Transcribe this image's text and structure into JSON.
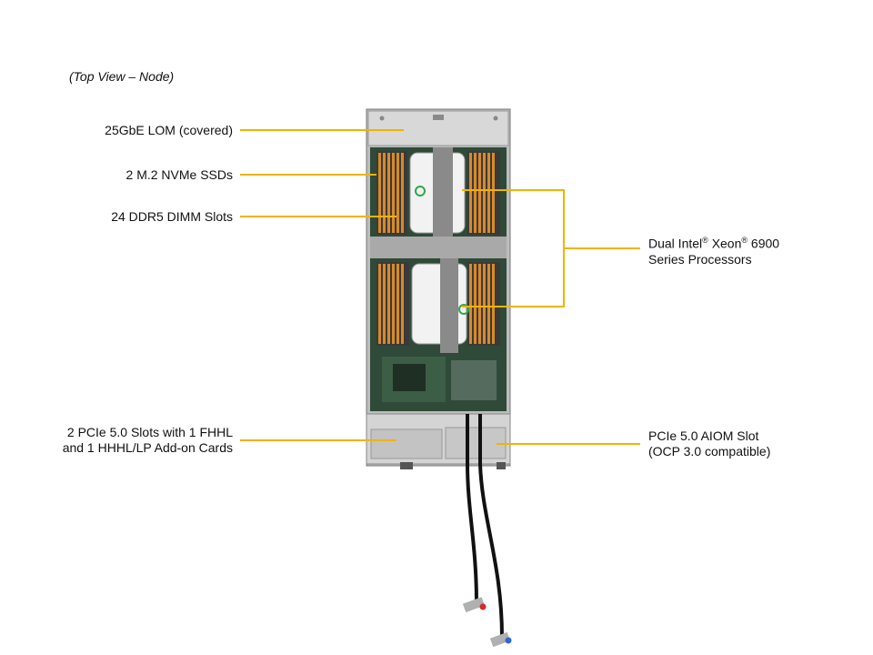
{
  "view_title": "(Top View – Node)",
  "callouts": {
    "lom": "25GbE LOM (covered)",
    "m2": "2 M.2 NVMe SSDs",
    "dimm": "24 DDR5 DIMM Slots",
    "pcie_line1": "2 PCIe 5.0 Slots with 1 FHHL",
    "pcie_line2": "and 1 HHHL/LP Add-on Cards",
    "cpu_line1_a": "Dual Intel",
    "cpu_line1_b": "Xeon",
    "cpu_line1_c": "6900",
    "cpu_reg": "®",
    "cpu_line2": "Series Processors",
    "aiom_line1": "PCIe 5.0 AIOM Slot",
    "aiom_line2": "(OCP 3.0 compatible)"
  },
  "colors": {
    "leader_line": "#f0b400",
    "chassis": "#c9c9c9",
    "board": "#2f4a38",
    "dimm": "#d88a2a",
    "hose": "#111111"
  }
}
